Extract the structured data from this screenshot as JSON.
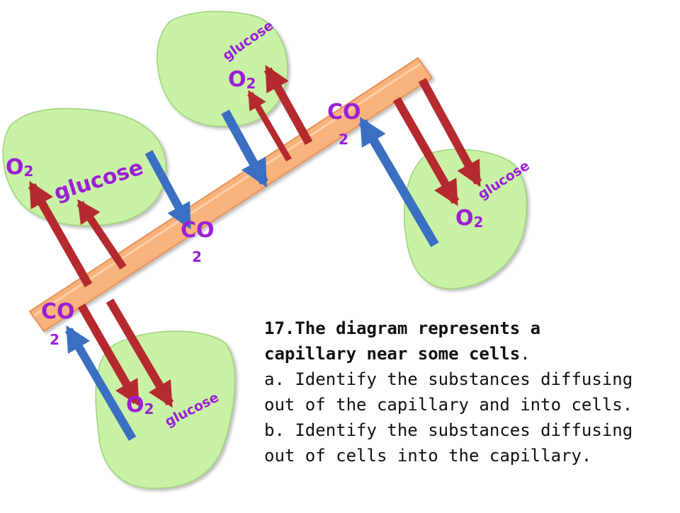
{
  "colors": {
    "cell_fill": "#c9f2a6",
    "cell_stroke": "#9bd47a",
    "capillary_fill": "#f8b27c",
    "capillary_stroke": "#e8935a",
    "arrow_red": "#b52a2e",
    "arrow_blue": "#3a6fc1",
    "label": "#9b1fd6"
  },
  "labels": {
    "o2": "O",
    "sub2": "2",
    "co": "CO",
    "glucose": "glucose"
  },
  "question": {
    "title_line1": "17.The diagram represents a",
    "title_line2": "capillary near some cells",
    "title_end": ".",
    "part_a_line1": "a. Identify the substances diffusing",
    "part_a_line2": "out of the capillary and into cells.",
    "part_b_line1": "b. Identify the substances diffusing",
    "part_b_line2": "out of cells into the capillary."
  }
}
